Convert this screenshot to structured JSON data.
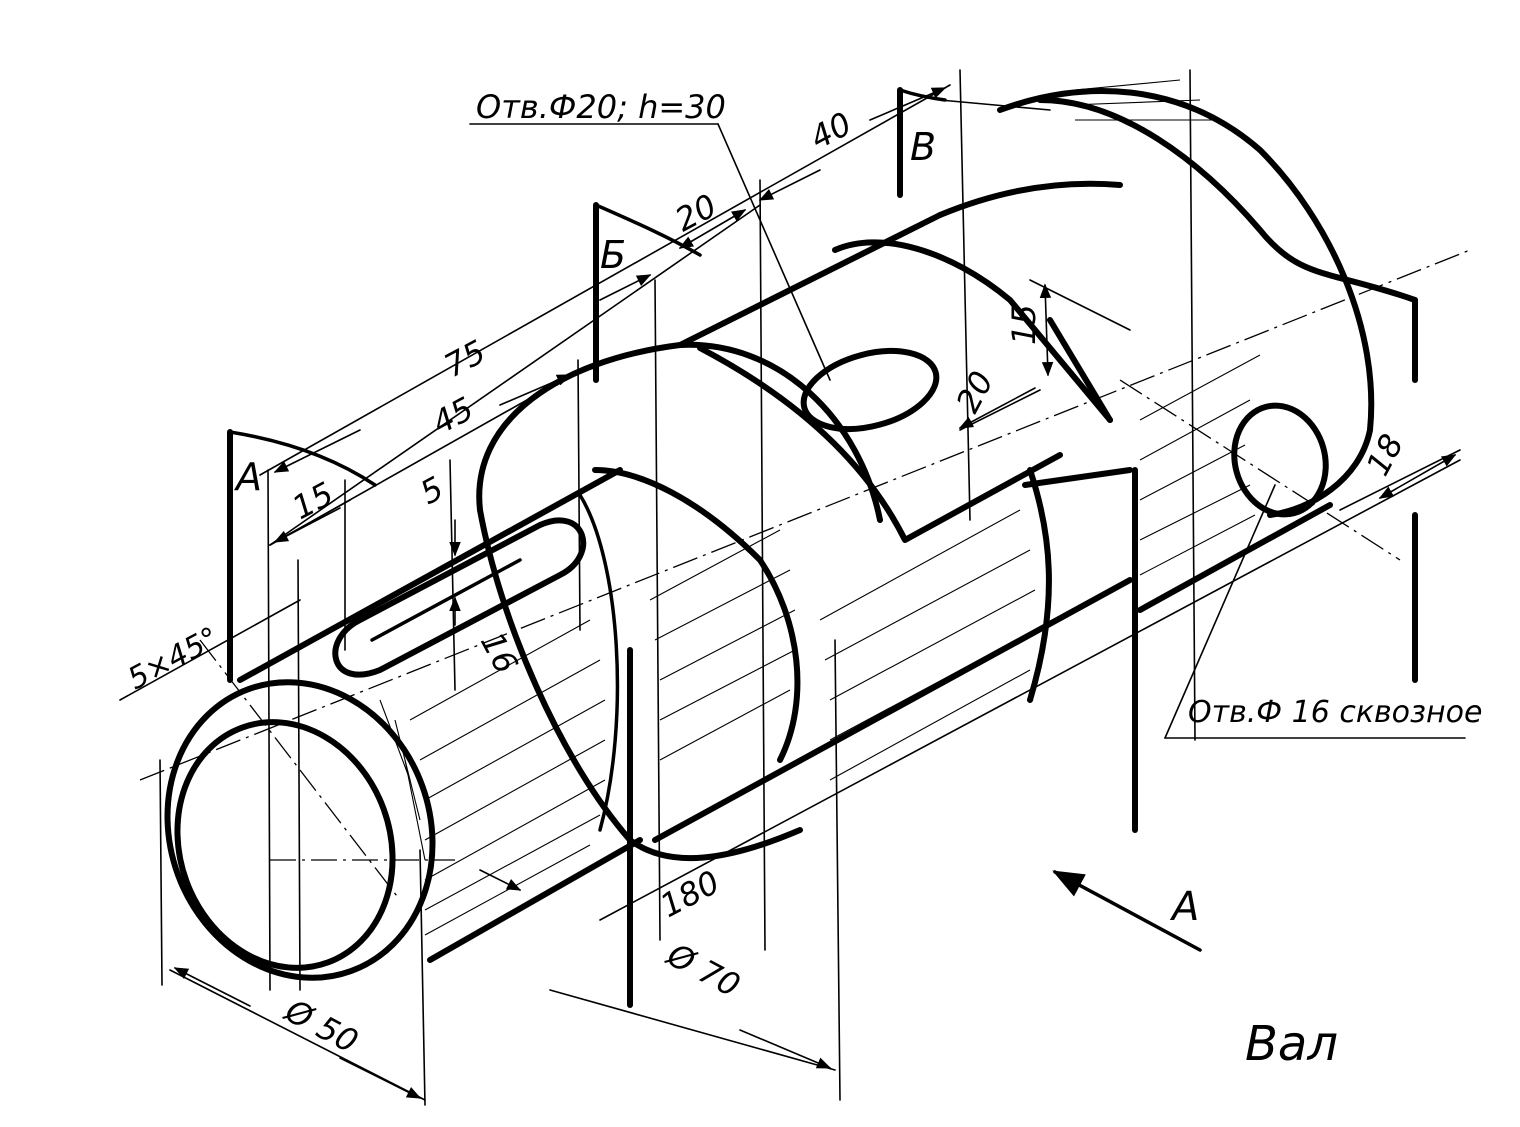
{
  "title": "Вал",
  "notes": {
    "hole_top": "Отв.Ф20; h=30",
    "hole_through": "Отв.Ф 16 сквозное"
  },
  "view_arrow": "A",
  "section_labels": [
    "А",
    "Б",
    "В"
  ],
  "dimensions": {
    "d_75": "75",
    "d_45": "45",
    "d_15": "15",
    "d_5": "5",
    "d_16": "16",
    "d_20a": "20",
    "d_40": "40",
    "d_15b": "15",
    "d_20b": "20",
    "d_18": "18",
    "d_180": "180",
    "dia_50": "Ø 50",
    "dia_70": "Ø 70",
    "chamfer": "5×45°"
  }
}
